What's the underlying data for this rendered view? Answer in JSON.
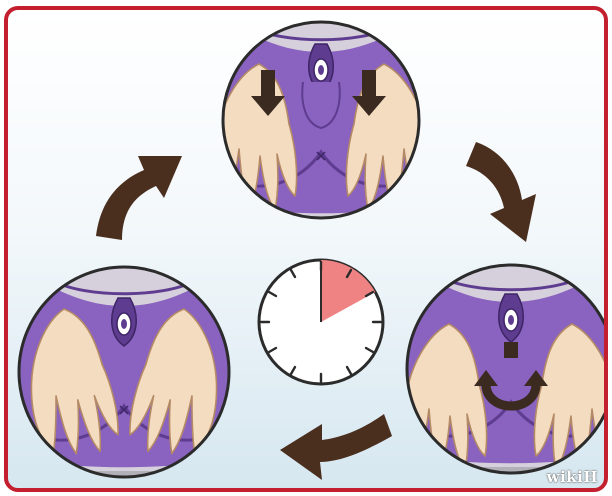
{
  "watermark": {
    "text": "wikiH"
  },
  "colors": {
    "border": "#c31f2e",
    "arrow": "#4a2e1e",
    "skin": "#f4dcc0",
    "skin_line": "#b48a66",
    "purple": "#8a62bf",
    "purple_dark": "#5e3c8f",
    "clock_wedge": "#ef8383"
  },
  "clock": {
    "elapsed_fraction": 0.17
  },
  "steps": [
    {
      "name": "press-down",
      "icons": [
        "down-arrow-icon",
        "down-arrow-icon"
      ]
    },
    {
      "name": "pull-apart",
      "icons": [
        "u-turn-arrow-icon"
      ]
    },
    {
      "name": "spread-open",
      "icons": []
    }
  ]
}
